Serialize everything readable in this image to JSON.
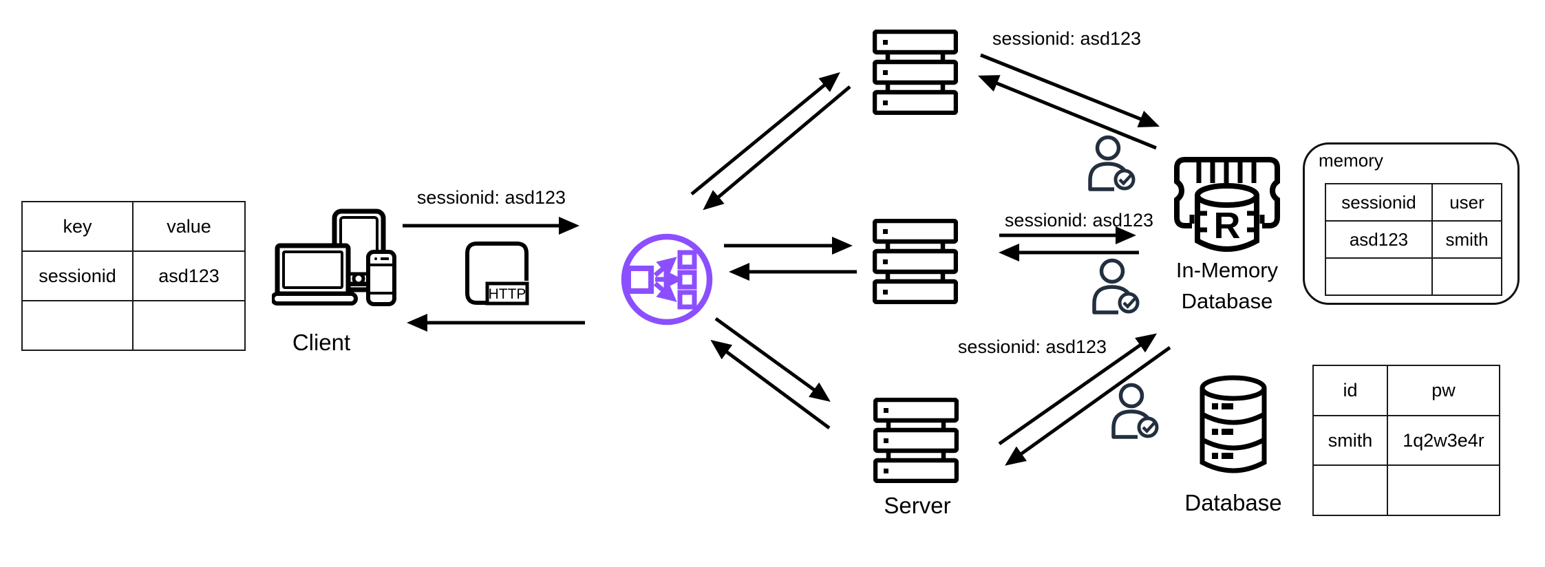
{
  "labels": {
    "client": "Client",
    "server": "Server",
    "database": "Database",
    "in_memory_line1": "In-Memory",
    "in_memory_line2": "Database",
    "memory": "memory",
    "http": "HTTP",
    "redis": "R"
  },
  "messages": {
    "client_to_lb": "sessionid: asd123",
    "top_server_to_memdb": "sessionid: asd123",
    "mid_server_to_memdb": "sessionid: asd123",
    "bottom_server_to_memdb": "sessionid: asd123"
  },
  "tables": {
    "cookie": {
      "headers": [
        "key",
        "value"
      ],
      "rows": [
        [
          "sessionid",
          "asd123"
        ],
        [
          "",
          ""
        ]
      ]
    },
    "memory": {
      "headers": [
        "sessionid",
        "user"
      ],
      "rows": [
        [
          "asd123",
          "smith"
        ],
        [
          "",
          ""
        ]
      ]
    },
    "credentials": {
      "headers": [
        "id",
        "pw"
      ],
      "rows": [
        [
          "smith",
          "1q2w3e4r"
        ],
        [
          "",
          ""
        ]
      ]
    }
  },
  "colors": {
    "load_balancer": "#8C4FFF",
    "user_check": "#232F3E",
    "line": "#000000"
  }
}
